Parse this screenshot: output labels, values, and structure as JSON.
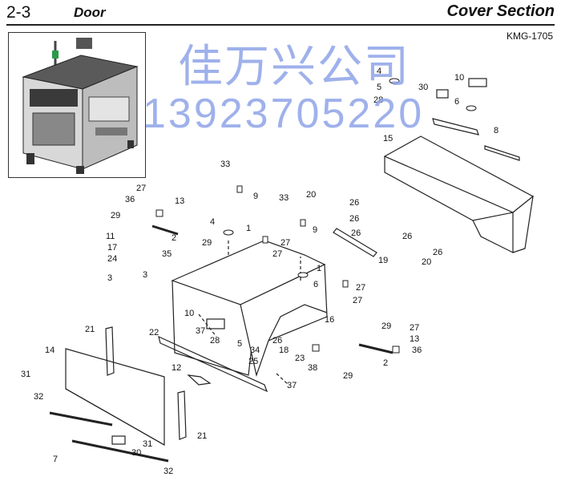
{
  "header": {
    "section_number": "2-3",
    "title": "Door",
    "section_name": "Cover Section",
    "model_code": "KMG-1705"
  },
  "watermark": {
    "line1": "佳万兴公司",
    "line2": "13923705220"
  },
  "callouts": [
    {
      "id": "c1",
      "label": "4"
    },
    {
      "id": "c2",
      "label": "5"
    },
    {
      "id": "c3",
      "label": "28"
    },
    {
      "id": "c4",
      "label": "30"
    },
    {
      "id": "c5",
      "label": "10"
    },
    {
      "id": "c6",
      "label": "6"
    },
    {
      "id": "c7",
      "label": "8"
    },
    {
      "id": "c8",
      "label": "15"
    },
    {
      "id": "c9",
      "label": "33"
    },
    {
      "id": "c10",
      "label": "9"
    },
    {
      "id": "c11",
      "label": "27"
    },
    {
      "id": "c12",
      "label": "36"
    },
    {
      "id": "c13",
      "label": "13"
    },
    {
      "id": "c14",
      "label": "29"
    },
    {
      "id": "c15",
      "label": "2"
    },
    {
      "id": "c16",
      "label": "29"
    },
    {
      "id": "c17",
      "label": "4"
    },
    {
      "id": "c18",
      "label": "1"
    },
    {
      "id": "c19",
      "label": "27"
    },
    {
      "id": "c20",
      "label": "27"
    },
    {
      "id": "c21",
      "label": "33"
    },
    {
      "id": "c22",
      "label": "9"
    },
    {
      "id": "c23",
      "label": "20"
    },
    {
      "id": "c24",
      "label": "26"
    },
    {
      "id": "c25",
      "label": "26"
    },
    {
      "id": "c26",
      "label": "26"
    },
    {
      "id": "c27",
      "label": "19"
    },
    {
      "id": "c28",
      "label": "26"
    },
    {
      "id": "c29",
      "label": "26"
    },
    {
      "id": "c30",
      "label": "20"
    },
    {
      "id": "c31",
      "label": "11"
    },
    {
      "id": "c32",
      "label": "17"
    },
    {
      "id": "c33",
      "label": "24"
    },
    {
      "id": "c34",
      "label": "35"
    },
    {
      "id": "c35",
      "label": "3"
    },
    {
      "id": "c36",
      "label": "3"
    },
    {
      "id": "c37",
      "label": "1"
    },
    {
      "id": "c38",
      "label": "6"
    },
    {
      "id": "c39",
      "label": "27"
    },
    {
      "id": "c40",
      "label": "27"
    },
    {
      "id": "c41",
      "label": "16"
    },
    {
      "id": "c42",
      "label": "10"
    },
    {
      "id": "c43",
      "label": "37"
    },
    {
      "id": "c44",
      "label": "28"
    },
    {
      "id": "c45",
      "label": "5"
    },
    {
      "id": "c46",
      "label": "34"
    },
    {
      "id": "c47",
      "label": "25"
    },
    {
      "id": "c48",
      "label": "21"
    },
    {
      "id": "c49",
      "label": "22"
    },
    {
      "id": "c50",
      "label": "14"
    },
    {
      "id": "c51",
      "label": "12"
    },
    {
      "id": "c52",
      "label": "37"
    },
    {
      "id": "c53",
      "label": "26"
    },
    {
      "id": "c54",
      "label": "18"
    },
    {
      "id": "c55",
      "label": "23"
    },
    {
      "id": "c56",
      "label": "38"
    },
    {
      "id": "c57",
      "label": "29"
    },
    {
      "id": "c58",
      "label": "27"
    },
    {
      "id": "c59",
      "label": "13"
    },
    {
      "id": "c60",
      "label": "36"
    },
    {
      "id": "c61",
      "label": "2"
    },
    {
      "id": "c62",
      "label": "29"
    },
    {
      "id": "c63",
      "label": "31"
    },
    {
      "id": "c64",
      "label": "32"
    },
    {
      "id": "c65",
      "label": "21"
    },
    {
      "id": "c66",
      "label": "31"
    },
    {
      "id": "c67",
      "label": "30"
    },
    {
      "id": "c68",
      "label": "7"
    },
    {
      "id": "c69",
      "label": "32"
    }
  ]
}
